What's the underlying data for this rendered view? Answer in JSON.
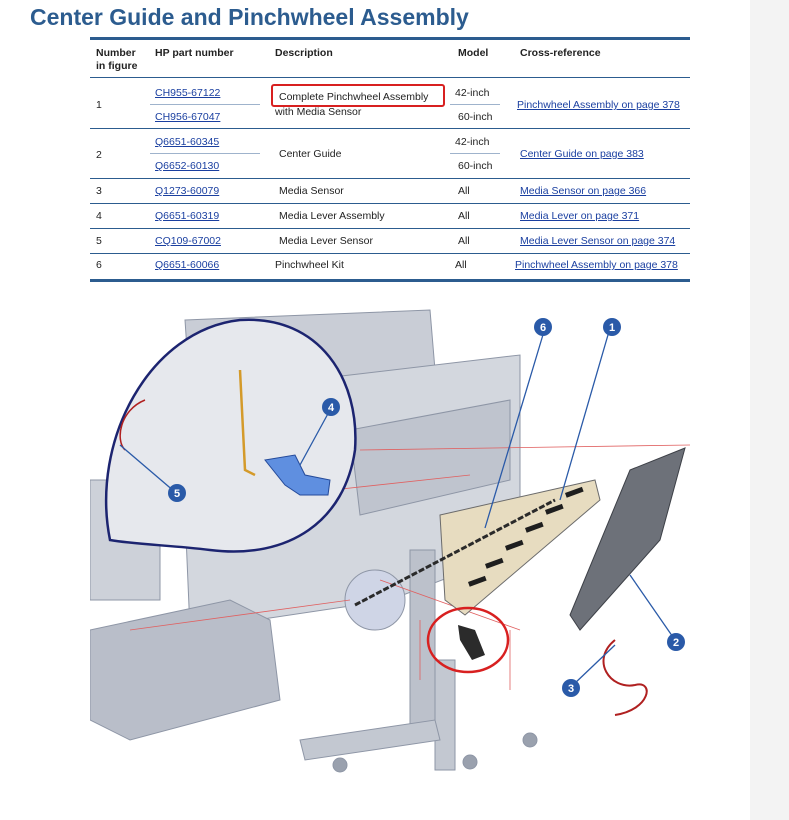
{
  "title": "Center Guide and Pinchwheel Assembly",
  "table": {
    "headers": {
      "number_line1": "Number",
      "number_line2": "in figure",
      "part": "HP part number",
      "desc": "Description",
      "model": "Model",
      "xref": "Cross-reference"
    },
    "rows": [
      {
        "num": "1",
        "part1": "CH955-67122",
        "part2": "CH956-67047",
        "desc_line1": "Complete Pinchwheel Assembly",
        "desc_line2": "with Media Sensor",
        "model1": "42-inch",
        "model2": "60-inch",
        "xref": "Pinchwheel Assembly on page 378"
      },
      {
        "num": "2",
        "part1": "Q6651-60345",
        "part2": "Q6652-60130",
        "desc": "Center Guide",
        "model1": "42-inch",
        "model2": "60-inch",
        "xref": "Center Guide on page 383"
      },
      {
        "num": "3",
        "part": "Q1273-60079",
        "desc": "Media Sensor",
        "model": "All",
        "xref": "Media Sensor on page 366"
      },
      {
        "num": "4",
        "part": "Q6651-60319",
        "desc": "Media Lever Assembly",
        "model": "All",
        "xref": "Media Lever on page 371"
      },
      {
        "num": "5",
        "part": "CQ109-67002",
        "desc": "Media Lever Sensor",
        "model": "All",
        "xref": "Media Lever Sensor on page 374"
      },
      {
        "num": "6",
        "part": "Q6651-60066",
        "desc": "Pinchwheel Kit",
        "model": "All",
        "xref": "Pinchwheel Assembly on page 378"
      }
    ]
  },
  "callouts": [
    "1",
    "2",
    "3",
    "4",
    "5",
    "6"
  ],
  "colors": {
    "brand": "#2c5c8f",
    "link": "#1a3fa0",
    "highlight": "#d82020",
    "callout": "#2a5aa8"
  }
}
